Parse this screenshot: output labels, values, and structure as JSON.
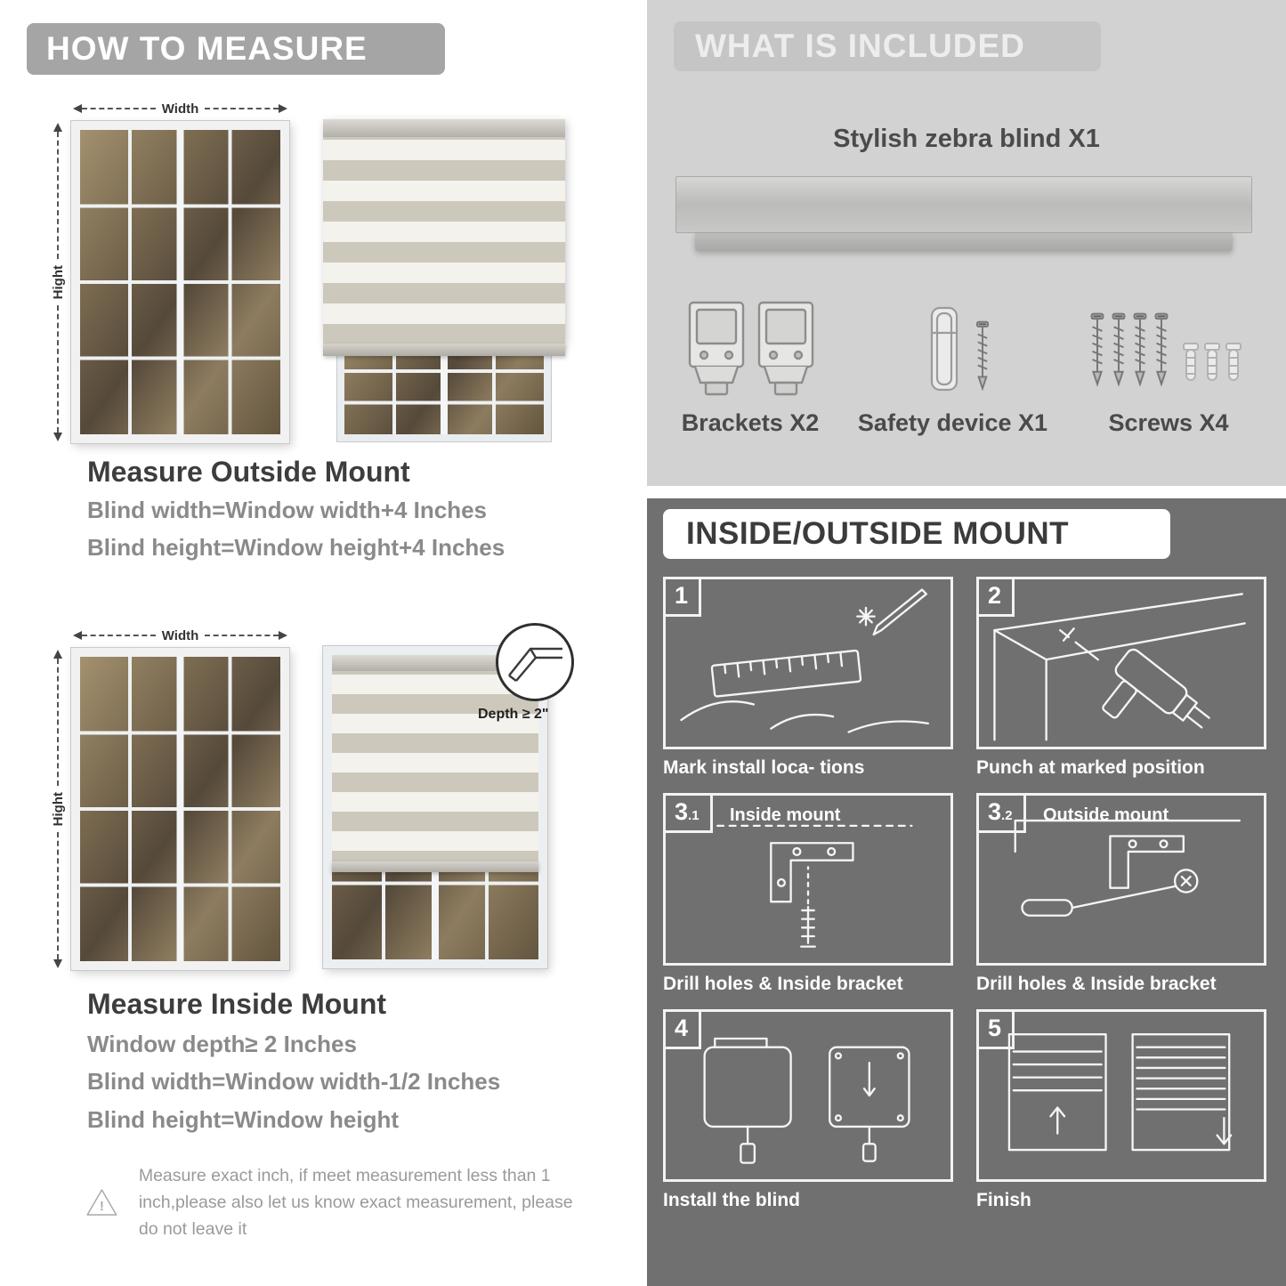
{
  "left": {
    "header": "HOW TO MEASURE",
    "outside": {
      "width_label": "Width",
      "height_label": "Hight",
      "title": "Measure Outside Mount",
      "line1": "Blind width=Window width+4 Inches",
      "line2": "Blind height=Window height+4 Inches"
    },
    "inside": {
      "width_label": "Width",
      "height_label": "Hight",
      "depth_label": "Depth ≥ 2\"",
      "title": "Measure Inside Mount",
      "line1": "Window depth≥ 2 Inches",
      "line2": "Blind width=Window width-1/2 Inches",
      "line3": "Blind height=Window height"
    },
    "note": "Measure exact inch, if meet measurement less than 1 inch,please also let us know exact measurement, please do not leave it"
  },
  "included": {
    "header": "WHAT IS INCLUDED",
    "blind_label": "Stylish zebra blind X1",
    "items": [
      {
        "label": "Brackets X2"
      },
      {
        "label": "Safety device X1"
      },
      {
        "label": "Screws X4"
      }
    ]
  },
  "mount": {
    "header": "INSIDE/OUTSIDE MOUNT",
    "steps": [
      {
        "num": "1",
        "sub": "",
        "title": "",
        "caption": "Mark install loca- tions"
      },
      {
        "num": "2",
        "sub": "",
        "title": "",
        "caption": "Punch at  marked position"
      },
      {
        "num": "3",
        "sub": ".1",
        "title": "Inside mount",
        "caption": "Drill holes &  Inside bracket"
      },
      {
        "num": "3",
        "sub": ".2",
        "title": "Outside mount",
        "caption": "Drill holes &  Inside bracket"
      },
      {
        "num": "4",
        "sub": "",
        "title": "",
        "caption": "Install the blind"
      },
      {
        "num": "5",
        "sub": "",
        "title": "",
        "caption": "Finish"
      }
    ]
  },
  "colors": {
    "left_banner": "#a5a5a5",
    "included_bg": "#d2d2d2",
    "mount_bg": "#707070",
    "heading_text": "#3d3d3d",
    "body_text": "#8a8a8a",
    "blind_stripe_dark": "#ccc8bb",
    "blind_stripe_light": "#f4f2ec"
  }
}
